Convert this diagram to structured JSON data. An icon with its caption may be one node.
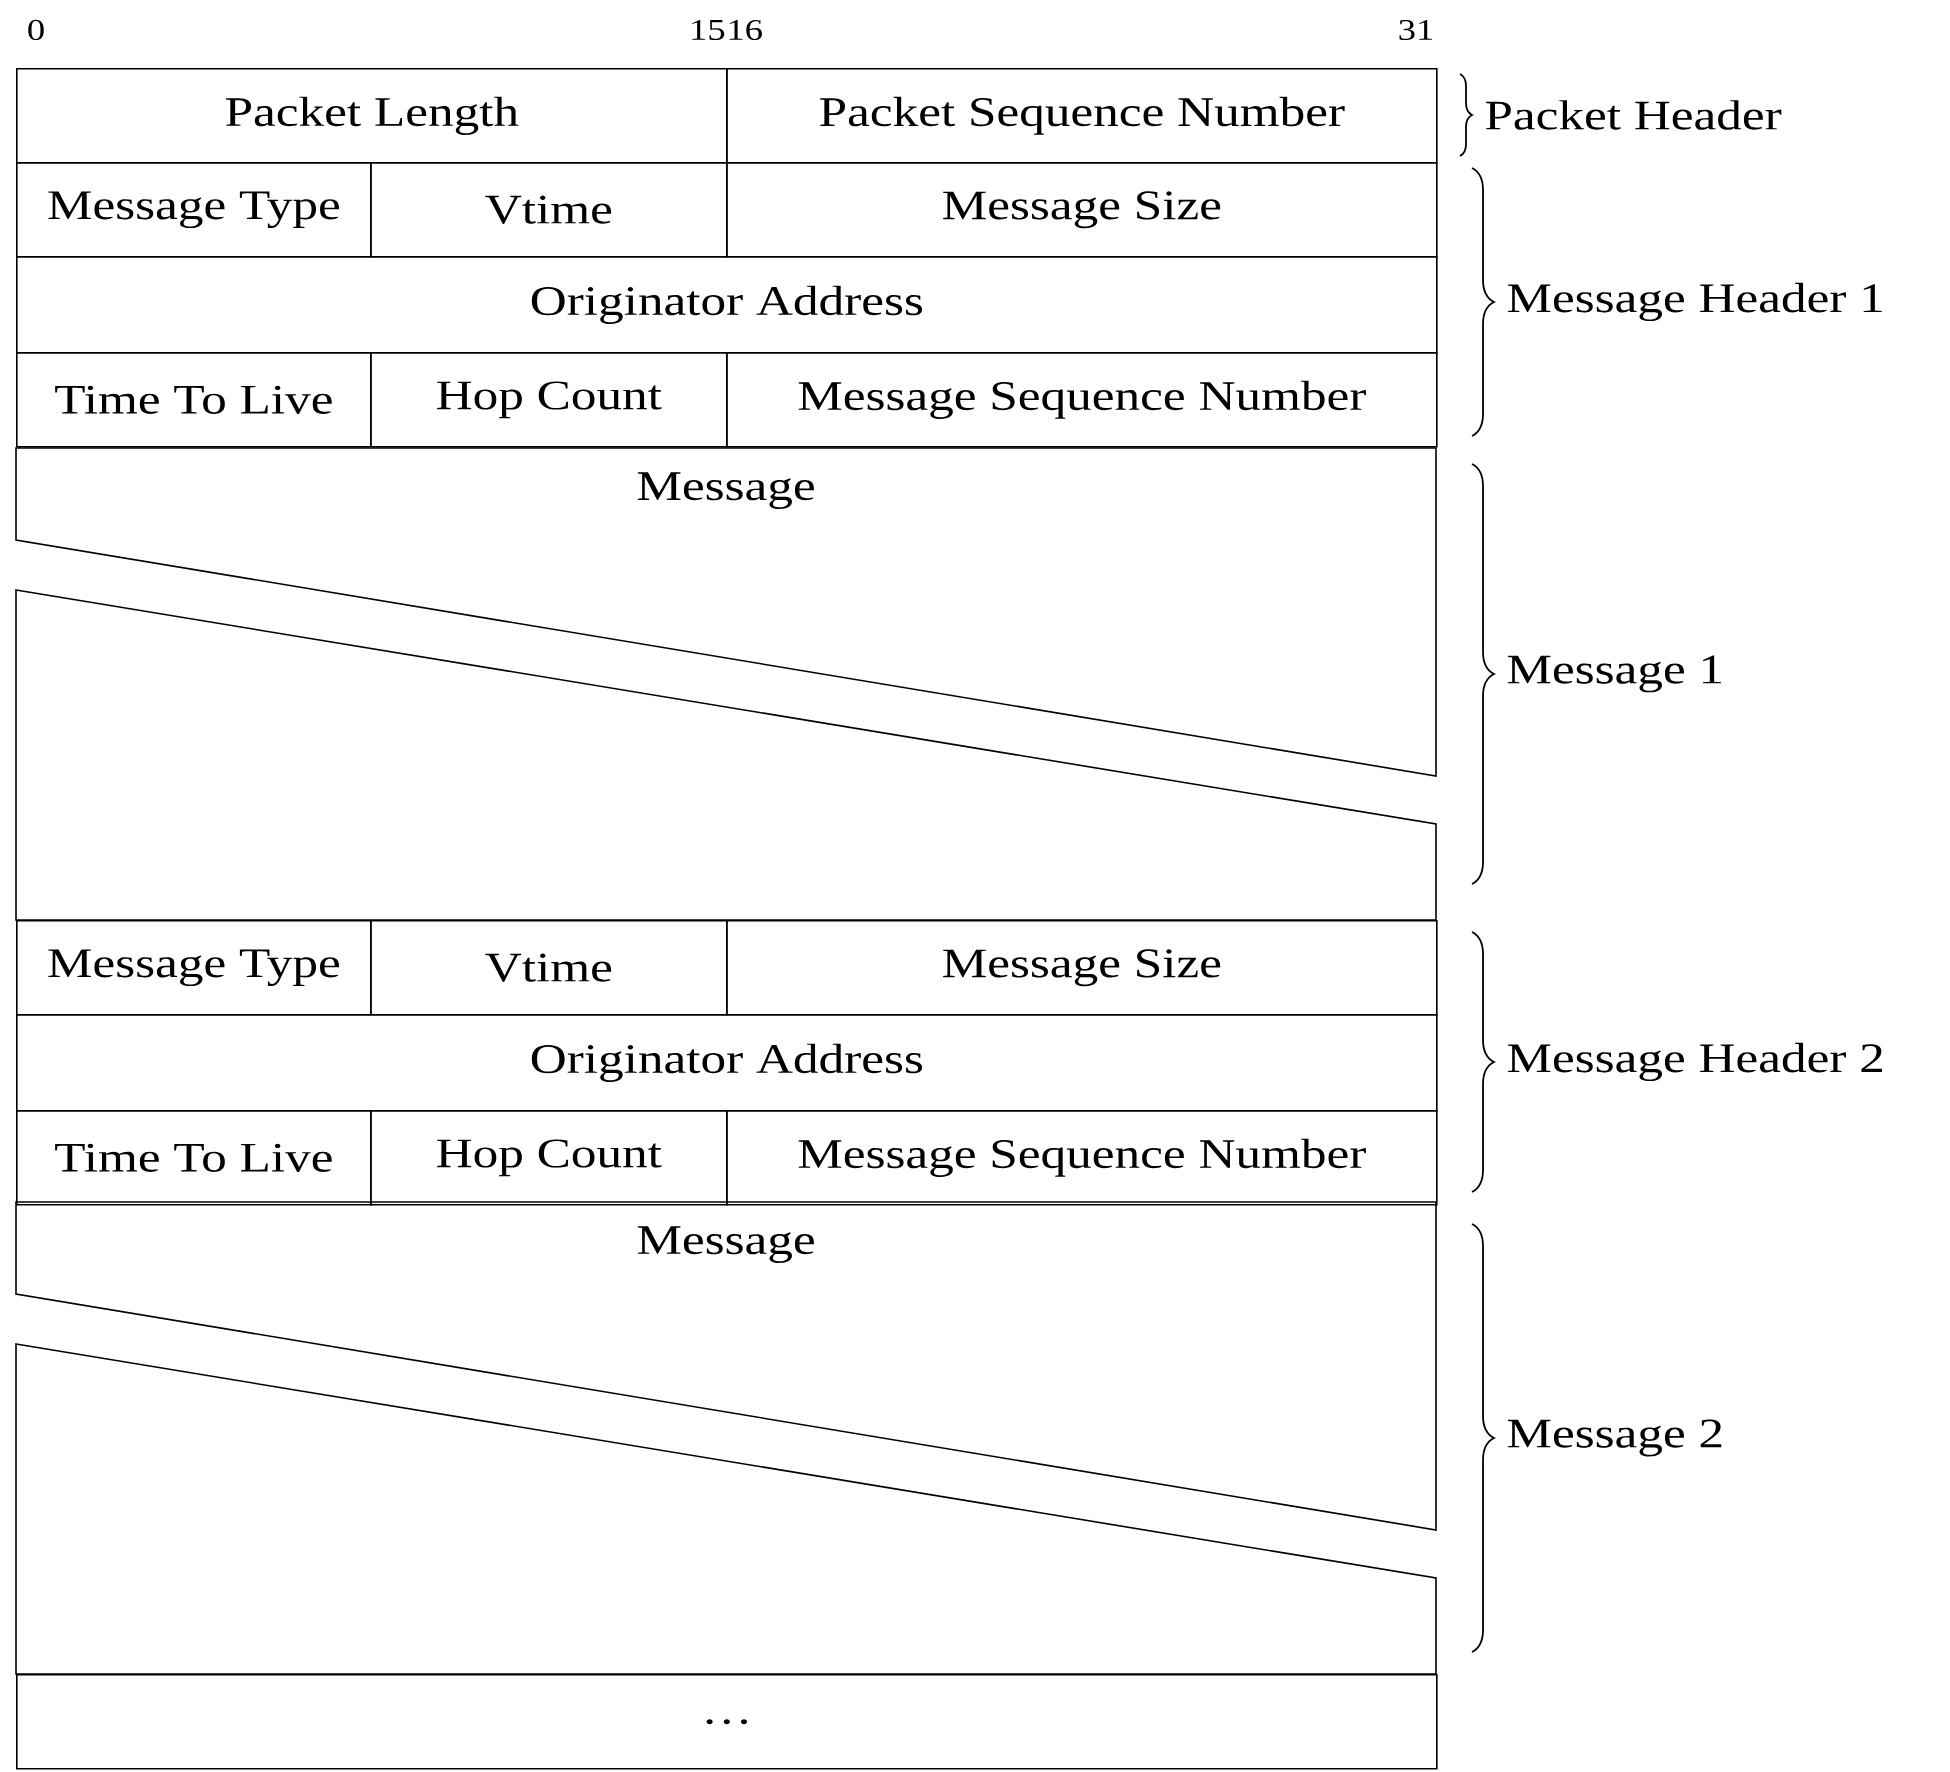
{
  "diagram": {
    "nodes": [
      {
        "text": [
          "Packet Length"
        ]
      },
      {
        "text": [
          "Packet Sequence Number"
        ]
      },
      {
        "text": [
          "Message Type"
        ]
      },
      {
        "text": [
          "Vtime"
        ]
      },
      {
        "text": [
          "Message Size"
        ]
      },
      {
        "text": [
          "Originator Address"
        ]
      },
      {
        "text": [
          "Time To Live"
        ]
      },
      {
        "text": [
          "Hop Count"
        ]
      },
      {
        "text": [
          "Message Sequence Number"
        ]
      },
      {
        "text": [
          "Message"
        ]
      },
      {
        "text": [
          "Message Type"
        ]
      },
      {
        "text": [
          "Vtime"
        ]
      },
      {
        "text": [
          "Message Size"
        ]
      },
      {
        "text": [
          "Originator Address"
        ]
      },
      {
        "text": [
          "Time To Live"
        ]
      },
      {
        "text": [
          "Hop Count"
        ]
      },
      {
        "text": [
          "Message Sequence Number"
        ]
      },
      {
        "text": [
          "Message"
        ]
      },
      {
        "text": [
          "…"
        ]
      }
    ],
    "labels": [
      "0",
      "15",
      "16",
      "31",
      "Packet Header",
      "Message Header 1",
      "Message 1",
      "Message Header 2",
      "Message 2"
    ]
  }
}
